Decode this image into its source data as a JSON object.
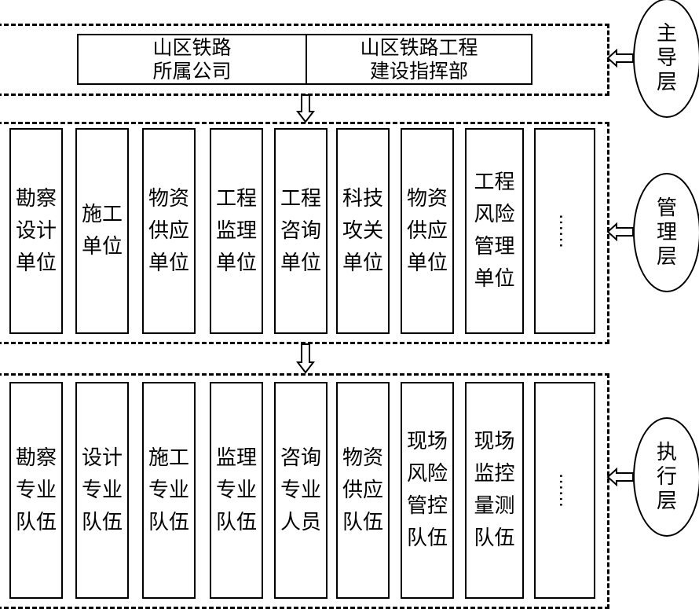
{
  "top": {
    "left_label": "山区铁路\n所属公司",
    "right_label": "山区铁路工程\n建设指挥部"
  },
  "layers": {
    "leading": "主\n导\n层",
    "management": "管\n理\n层",
    "execution": "执\n行\n层"
  },
  "management_units": [
    "勘察\n设计\n单位",
    "施工\n单位",
    "物资\n供应\n单位",
    "工程\n监理\n单位",
    "工程\n咨询\n单位",
    "科技\n攻关\n单位",
    "物资\n供应\n单位",
    "工程\n风险\n管理\n单位",
    "……"
  ],
  "execution_units": [
    "勘察\n专业\n队伍",
    "设计\n专业\n队伍",
    "施工\n专业\n队伍",
    "监理\n专业\n队伍",
    "咨询\n专业\n人员",
    "物资\n供应\n队伍",
    "现场\n风险\n管控\n队伍",
    "现场\n监控\n量测\n队伍",
    "……"
  ]
}
